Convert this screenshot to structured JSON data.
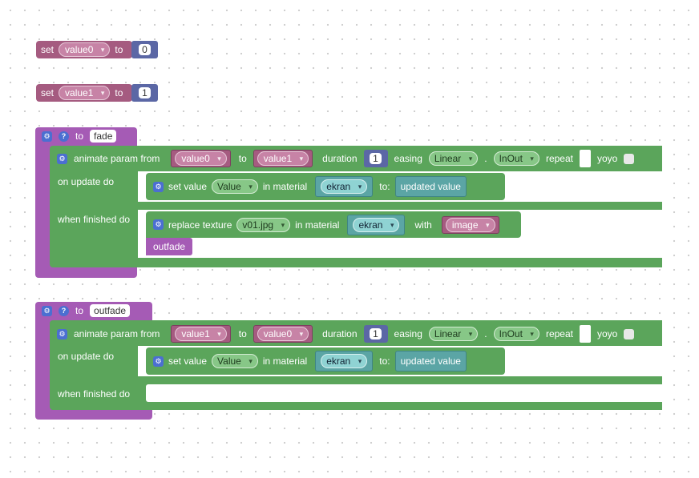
{
  "set_blocks": [
    {
      "set_label": "set",
      "var": "value0",
      "to_label": "to",
      "value": "0"
    },
    {
      "set_label": "set",
      "var": "value1",
      "to_label": "to",
      "value": "1"
    }
  ],
  "procedures": [
    {
      "to_label": "to",
      "name": "fade",
      "animate": {
        "label": "animate param from",
        "from": "value0",
        "to_label": "to",
        "to": "value1",
        "duration_label": "duration",
        "duration": "1",
        "easing_label": "easing",
        "easing": "Linear",
        "dot": ".",
        "easing2": "InOut",
        "repeat_label": "repeat",
        "yoyo_label": "yoyo"
      },
      "on_update_label": "on update do",
      "set_value": {
        "label": "set value",
        "param": "Value",
        "in_material": "in material",
        "material": "ekran",
        "to_label": "to:",
        "value": "updated value"
      },
      "when_finished_label": "when finished do",
      "replace": {
        "label": "replace texture",
        "texture": "v01.jpg",
        "in_material": "in material",
        "material": "ekran",
        "with_label": "with",
        "image": "image"
      },
      "call": "outfade"
    },
    {
      "to_label": "to",
      "name": "outfade",
      "animate": {
        "label": "animate param from",
        "from": "value1",
        "to_label": "to",
        "to": "value0",
        "duration_label": "duration",
        "duration": "1",
        "easing_label": "easing",
        "easing": "Linear",
        "dot": ".",
        "easing2": "InOut",
        "repeat_label": "repeat",
        "yoyo_label": "yoyo"
      },
      "on_update_label": "on update do",
      "set_value": {
        "label": "set value",
        "param": "Value",
        "in_material": "in material",
        "material": "ekran",
        "to_label": "to:",
        "value": "updated value"
      },
      "when_finished_label": "when finished do"
    }
  ],
  "colors": {
    "variable": "#a55b80",
    "number": "#5b67a5",
    "procedure": "#a55bb5",
    "animate": "#5ba55b",
    "material": "#5ba5a5",
    "gear": "#4b6fd1"
  },
  "icons": [
    "gear-icon",
    "help-icon",
    "dropdown-arrow-icon"
  ]
}
